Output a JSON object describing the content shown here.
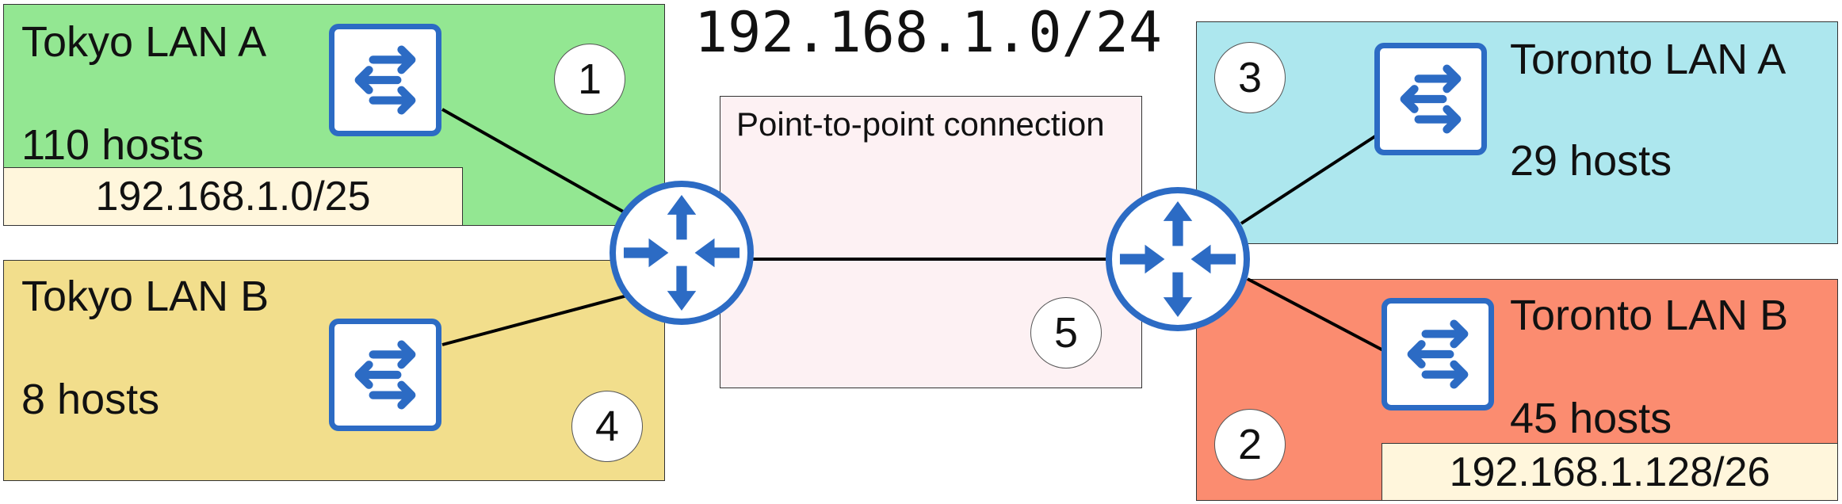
{
  "title": "192.168.1.0/24",
  "point_to_point": {
    "label": "Point-to-point connection"
  },
  "lans": {
    "tokyo_a": {
      "name": "Tokyo LAN A",
      "hosts": "110 hosts",
      "subnet": "192.168.1.0/25",
      "number": "1",
      "color": "#93e792"
    },
    "tokyo_b": {
      "name": "Tokyo LAN B",
      "hosts": "8 hosts",
      "number": "4",
      "color": "#f2de8c"
    },
    "toronto_a": {
      "name": "Toronto LAN A",
      "hosts": "29 hosts",
      "number": "3",
      "color": "#ade7ee"
    },
    "toronto_b": {
      "name": "Toronto LAN B",
      "hosts": "45 hosts",
      "subnet": "192.168.1.128/26",
      "number": "2",
      "color": "#fb8c70"
    }
  },
  "p2p_number": "5",
  "icons": {
    "switch": "switch-icon",
    "router": "router-icon",
    "accent": "#2c6bc4"
  }
}
